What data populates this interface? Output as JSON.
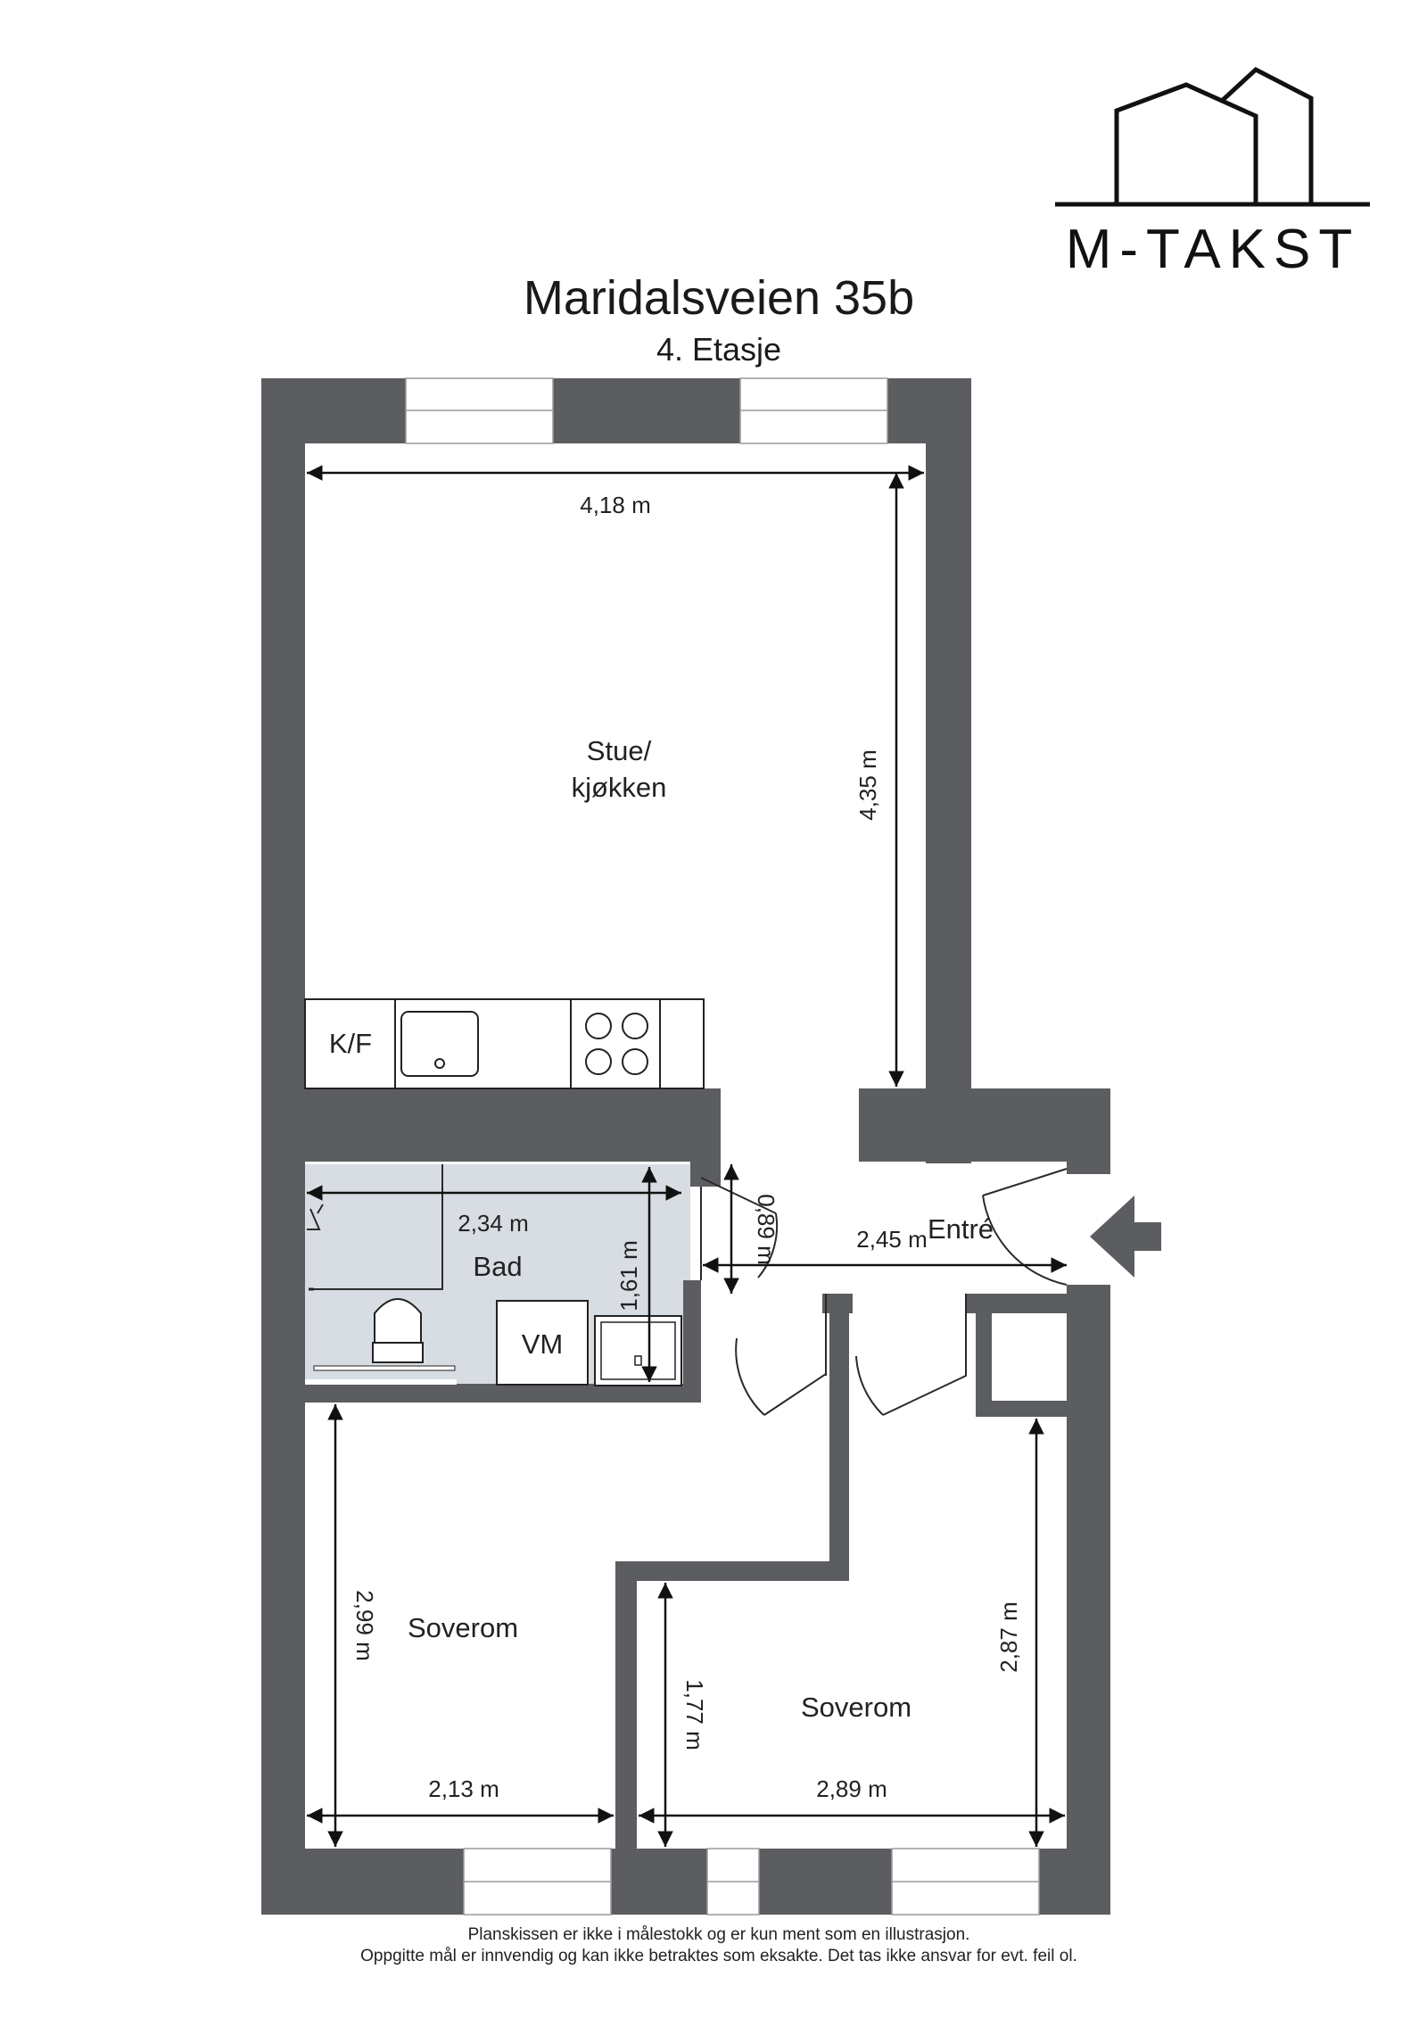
{
  "logo": {
    "text": "M-TAKST"
  },
  "header": {
    "title": "Maridalsveien 35b",
    "subtitle": "4. Etasje"
  },
  "rooms": {
    "living": {
      "line1": "Stue/",
      "line2": "kjøkken"
    },
    "bath": "Bad",
    "entry": "Entré",
    "bedroom_left": "Soverom",
    "bedroom_right": "Soverom"
  },
  "fixtures": {
    "fridge": "K/F",
    "washer": "VM"
  },
  "dimensions": {
    "living_width": "4,18 m",
    "living_depth": "4,35 m",
    "bath_width": "2,34 m",
    "bath_depth": "1,61 m",
    "door_width": "0,89 m",
    "entry_width": "2,45 m",
    "bed_left_depth": "2,99 m",
    "bed_left_width": "2,13 m",
    "bed_right_inner": "1,77 m",
    "bed_right_depth": "2,87 m",
    "bed_right_width": "2,89 m"
  },
  "footer": {
    "line1": "Planskissen er ikke i målestokk og er kun ment som en illustrasjon.",
    "line2": "Oppgitte mål er innvendig og kan ikke betraktes som eksakte. Det tas ikke ansvar for evt. feil ol."
  },
  "colors": {
    "wall": "#5c5d60",
    "bath_floor": "#d8dce3"
  }
}
